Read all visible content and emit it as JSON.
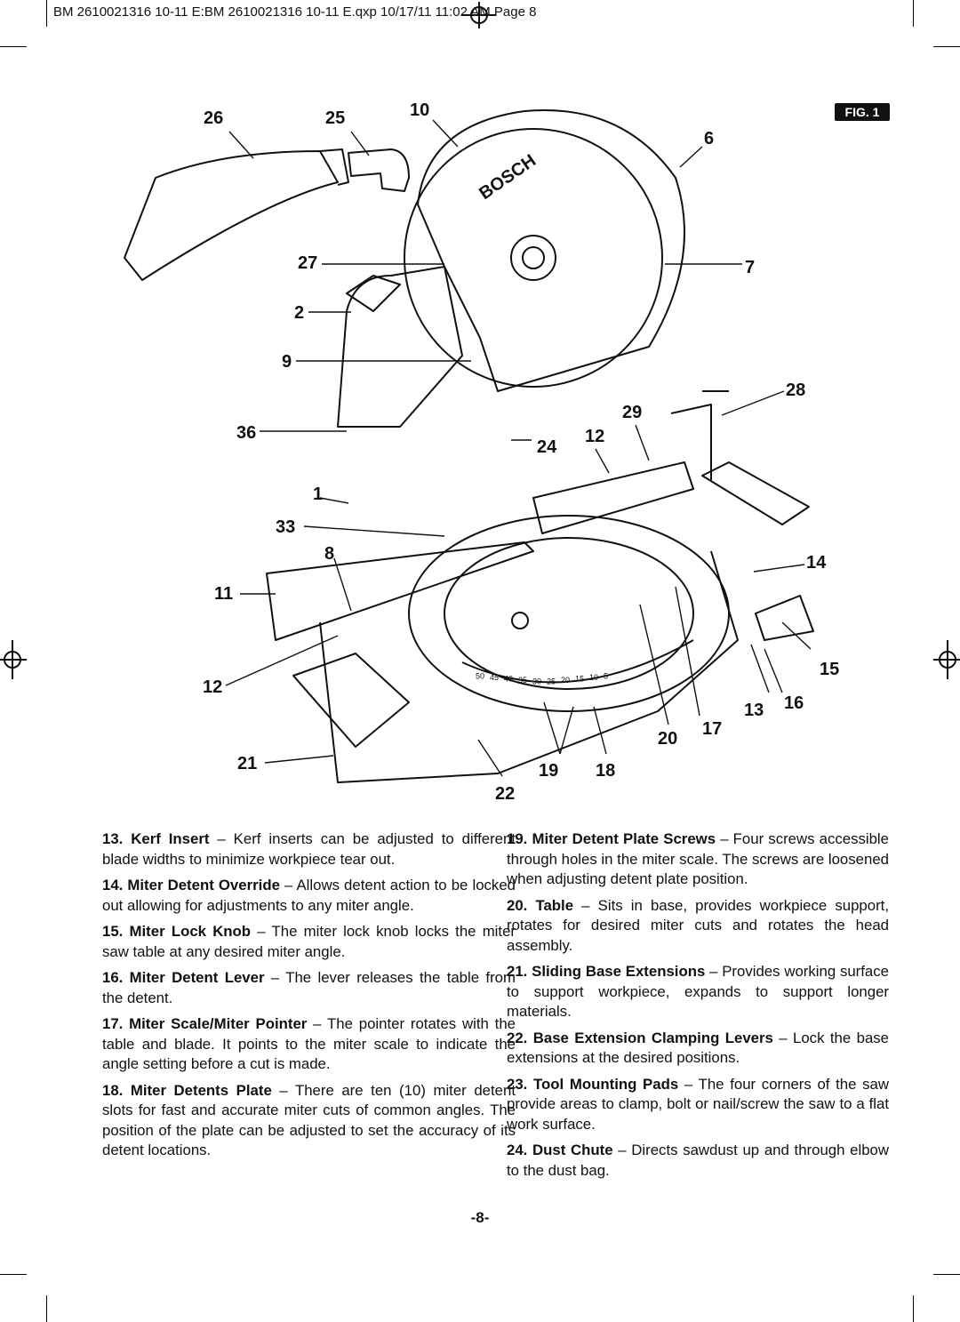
{
  "header": {
    "slug": "BM 2610021316 10-11 E:BM 2610021316 10-11 E.qxp   10/17/11  11:02 AM  Page 8"
  },
  "figure": {
    "badge": "FIG. 1",
    "brand": "BOSCH",
    "callouts": [
      "26",
      "25",
      "10",
      "6",
      "27",
      "7",
      "2",
      "9",
      "28",
      "29",
      "36",
      "24",
      "12",
      "1",
      "33",
      "8",
      "14",
      "11",
      "15",
      "12",
      "13",
      "16",
      "20",
      "17",
      "21",
      "19",
      "18",
      "22"
    ],
    "scale_ticks": [
      "50",
      "45",
      "40",
      "35",
      "30",
      "25",
      "20",
      "15",
      "10",
      "5"
    ]
  },
  "items_left": [
    {
      "num": "13.",
      "term": "Kerf Insert",
      "desc": " – Kerf inserts can be adjusted to different blade widths to minimize workpiece tear out."
    },
    {
      "num": "14.",
      "term": "Miter Detent Override",
      "desc": " – Allows detent action to be locked out allowing for adjustments to any miter angle."
    },
    {
      "num": "15.",
      "term": "Miter Lock Knob",
      "desc": " – The miter lock knob locks the miter saw table at any desired miter angle."
    },
    {
      "num": "16.",
      "term": "Miter Detent Lever",
      "desc": " – The lever releases the table from the detent."
    },
    {
      "num": "17.",
      "term": "Miter Scale/Miter Pointer",
      "desc": " – The pointer rotates with the table and blade. It points to the miter scale to indicate the angle setting before a cut is made."
    },
    {
      "num": "18.",
      "term": "Miter Detents Plate",
      "desc": " – There are ten (10) miter detent slots for fast and accurate miter cuts of common angles. The position of the plate can be adjusted to set the accuracy of its detent locations."
    }
  ],
  "items_right": [
    {
      "num": "19.",
      "term": "Miter Detent Plate Screws",
      "desc": " – Four screws accessible through holes in the miter scale. The screws are loosened when adjusting detent plate position."
    },
    {
      "num": "20.",
      "term": "Table",
      "desc": " – Sits in base, provides workpiece support, rotates for desired miter cuts and rotates the head assembly."
    },
    {
      "num": "21.",
      "term": "Sliding Base Extensions",
      "desc": " – Provides working surface to support workpiece, expands to support longer materials."
    },
    {
      "num": "22.",
      "term": "Base Extension Clamping Levers",
      "desc": " – Lock the base extensions at the desired positions."
    },
    {
      "num": "23.",
      "term": "Tool Mounting Pads",
      "desc": " – The four corners of the saw provide areas to clamp, bolt or nail/screw the saw to a flat work surface."
    },
    {
      "num": "24.",
      "term": "Dust Chute",
      "desc": " – Directs sawdust up and through elbow to the dust bag."
    }
  ],
  "page_number": "-8-"
}
